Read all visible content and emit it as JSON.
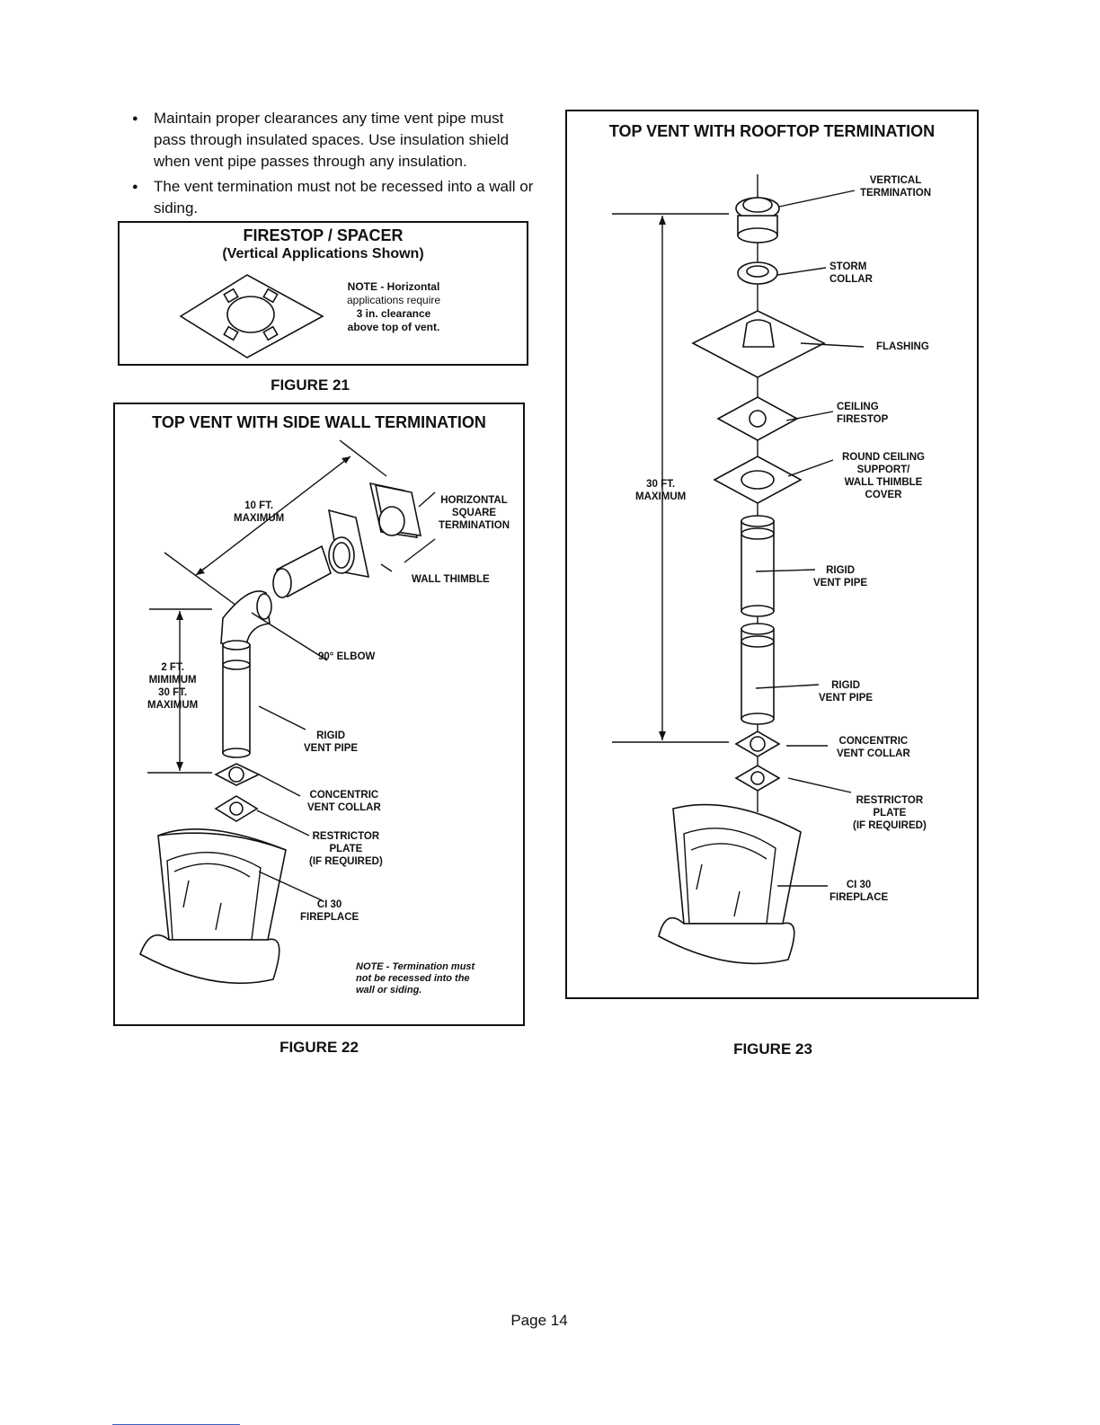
{
  "bullets": [
    "Maintain proper clearances any time vent pipe must pass through insulated spaces. Use insulation shield when vent pipe passes through any insulation.",
    "The vent termination must not be recessed into a wall or siding."
  ],
  "fig21": {
    "title": "FIRESTOP / SPACER",
    "subtitle": "(Vertical Applications Shown)",
    "note": [
      "NOTE - Horizontal",
      "applications require",
      "3 in. clearance",
      "above top of vent."
    ],
    "caption": "FIGURE 21"
  },
  "fig22": {
    "title": "TOP VENT WITH SIDE WALL TERMINATION",
    "labels": {
      "ten_ft": [
        "10 FT.",
        "MAXIMUM"
      ],
      "horizontal": [
        "HORIZONTAL",
        "SQUARE",
        "TERMINATION"
      ],
      "wall_thimble": "WALL THIMBLE",
      "elbow": "90° ELBOW",
      "two_ft": [
        "2 FT.",
        "MIMIMUM",
        "30 FT.",
        "MAXIMUM"
      ],
      "rigid": [
        "RIGID",
        "VENT PIPE"
      ],
      "collar": [
        "CONCENTRIC",
        "VENT COLLAR"
      ],
      "restrictor": [
        "RESTRICTOR",
        "PLATE",
        "(IF REQUIRED)"
      ],
      "fireplace": [
        "CI 30",
        "FIREPLACE"
      ]
    },
    "note": [
      "NOTE - Termination must",
      "not be recessed into the",
      "wall or siding."
    ],
    "caption": "FIGURE 22"
  },
  "fig23": {
    "title": "TOP VENT WITH ROOFTOP TERMINATION",
    "labels": {
      "vertical": [
        "VERTICAL",
        "TERMINATION"
      ],
      "storm": [
        "STORM",
        "COLLAR"
      ],
      "flashing": "FLASHING",
      "ceiling": [
        "CEILING",
        "FIRESTOP"
      ],
      "round": [
        "ROUND CEILING",
        "SUPPORT/",
        "WALL THIMBLE",
        "COVER"
      ],
      "thirty_ft": [
        "30 FT.",
        "MAXIMUM"
      ],
      "rigid1": [
        "RIGID",
        "VENT PIPE"
      ],
      "rigid2": [
        "RIGID",
        "VENT PIPE"
      ],
      "collar": [
        "CONCENTRIC",
        "VENT COLLAR"
      ],
      "restrictor": [
        "RESTRICTOR",
        "PLATE",
        "(IF REQUIRED)"
      ],
      "fireplace": [
        "CI 30",
        "FIREPLACE"
      ]
    },
    "caption": "FIGURE 23"
  },
  "page": "Page 14"
}
